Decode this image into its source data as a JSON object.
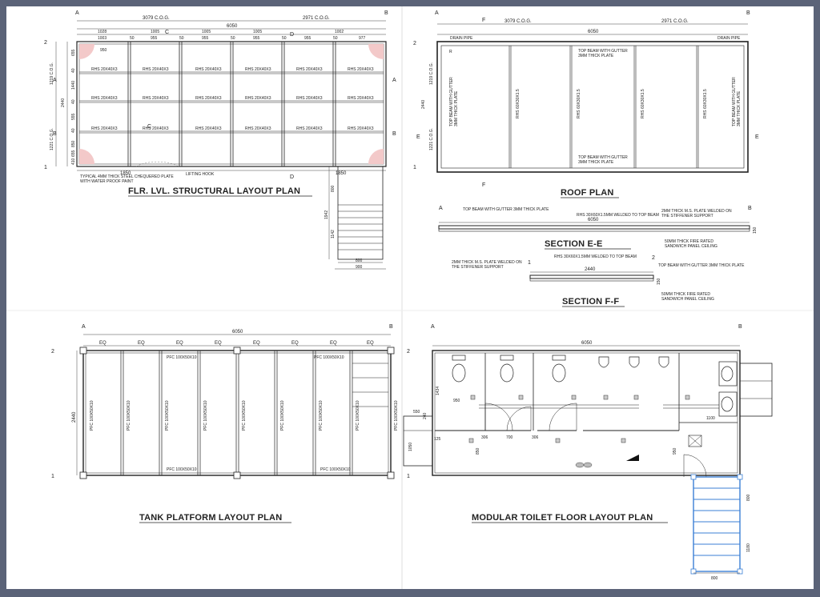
{
  "titles": {
    "floor": "FLR. LVL. STRUCTURAL LAYOUT PLAN",
    "roof": "ROOF PLAN",
    "sec_e": "SECTION E-E",
    "sec_f": "SECTION F-F",
    "tank": "TANK PLATFORM LAYOUT PLAN",
    "toilet": "MODULAR TOILET FLOOR  LAYOUT PLAN"
  },
  "grid": {
    "a": "A",
    "b": "B",
    "one": "1",
    "two": "2",
    "c": "C",
    "d": "D",
    "e": "E",
    "f": "F"
  },
  "dims": {
    "total": "6050",
    "width": "2440",
    "cog_left": "3079 C.O.G.",
    "cog_right": "2971 C.O.G.",
    "cog_top": "1219 C.O.G.",
    "cog_bottom": "1221 C.O.G.",
    "beam": "50",
    "floor_bays": [
      "1028",
      "1005",
      "1005",
      "1005",
      "1002"
    ],
    "floor_clear": [
      "1003",
      "955",
      "955",
      "955",
      "955",
      "977"
    ],
    "floor_left": [
      "655",
      "40",
      "1440",
      "40",
      "555",
      "40",
      "850",
      "655",
      "410"
    ],
    "floor_inner": "950",
    "floor_bottom_left": "1850",
    "floor_bottom_right": "1850",
    "stair": [
      "800",
      "1942",
      "1142",
      "800",
      "900"
    ],
    "eq": "EQ",
    "toilet": [
      "1434",
      "950",
      "550",
      "240",
      "1050",
      "125",
      "306",
      "700",
      "306",
      "850",
      "1100",
      "950",
      "800",
      "1180",
      "800"
    ],
    "sec_height": "150"
  },
  "notes": {
    "rhs_floor": "RHS 20X40X3",
    "plate": "TYPICAL 4MM THICK STEEL CHEQUERED PLATE",
    "paint": "WITH WATER PROOF PAINT",
    "hook": "LIFTING HOOK",
    "drain": "DRAIN PIPE",
    "r": "R",
    "top_beam_gutter": "TOP BEAM WITH GUTTER",
    "thick3": "3MM THICK PLATE",
    "rhs_roof": "RHS 60X30X1.5",
    "sec_top": "TOP BEAM WITH GUTTER  3MM THICK PLATE",
    "rhs_weld": "RHS 30X60X1.5MM WELDED TO TOP BEAM",
    "plate2": "2MM THICK M.S. PLATE WELDED ON",
    "stiff": "THE STIFFENER SUPPORT",
    "fire": "50MM THICK FIRE RATED",
    "panel": "SANDWICH PANEL CEILING",
    "pfc": "PFC 100X50X10"
  },
  "colors": {
    "ink": "#222222",
    "corner": "#f3c9c9",
    "stair_blue": "#3b7fd6",
    "frame": "#5b6378"
  }
}
